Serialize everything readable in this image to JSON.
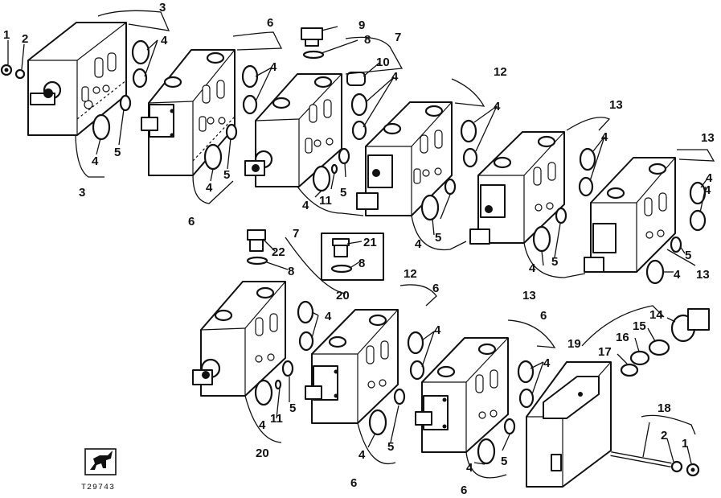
{
  "figure_code": "T29743",
  "logo": {
    "name": "John Deere deer logo"
  },
  "callouts": [
    "1",
    "2",
    "3",
    "3",
    "4",
    "4",
    "5",
    "6",
    "4",
    "4",
    "5",
    "6",
    "9",
    "8",
    "7",
    "10",
    "4",
    "4",
    "11",
    "5",
    "12",
    "4",
    "4",
    "5",
    "12",
    "13",
    "4",
    "4",
    "5",
    "13",
    "13",
    "4",
    "4",
    "5",
    "4",
    "13",
    "22",
    "8",
    "7",
    "21",
    "8",
    "20",
    "4",
    "4",
    "11",
    "5",
    "20",
    "6",
    "4",
    "4",
    "5",
    "6",
    "6",
    "4",
    "4",
    "5",
    "6",
    "19",
    "14",
    "16",
    "15",
    "17",
    "18",
    "2",
    "1"
  ]
}
